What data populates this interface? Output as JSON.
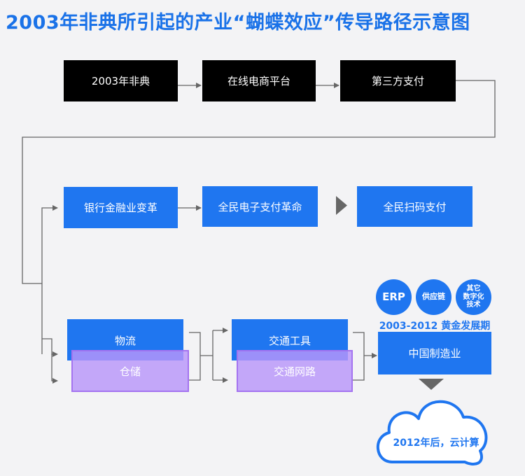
{
  "title": "2003年非典所引起的产业“蝴蝶效应”传导路径示意图",
  "row1": [
    "2003年非典",
    "在线电商平台",
    "第三方支付"
  ],
  "row2": [
    "银行金融业变革",
    "全民电子支付革命",
    "全民扫码支付"
  ],
  "row3": {
    "logistics": "物流",
    "storage": "仓储",
    "transport_tools": "交通工具",
    "transport_network": "交通网路",
    "manufacturing": "中国制造业"
  },
  "tech_circles": {
    "erp": "ERP",
    "supply_chain": "供应链",
    "other_line1": "其它",
    "other_line2": "数字化",
    "other_line3": "技术"
  },
  "golden_period": "2003-2012 黄金发展期",
  "cloud": "2012年后，云计算",
  "colors": {
    "title": "#1a72e8",
    "blue_box": "#1f76f0",
    "black_box": "#000000",
    "purple_box": "#b896fa",
    "arrow": "#666666"
  }
}
